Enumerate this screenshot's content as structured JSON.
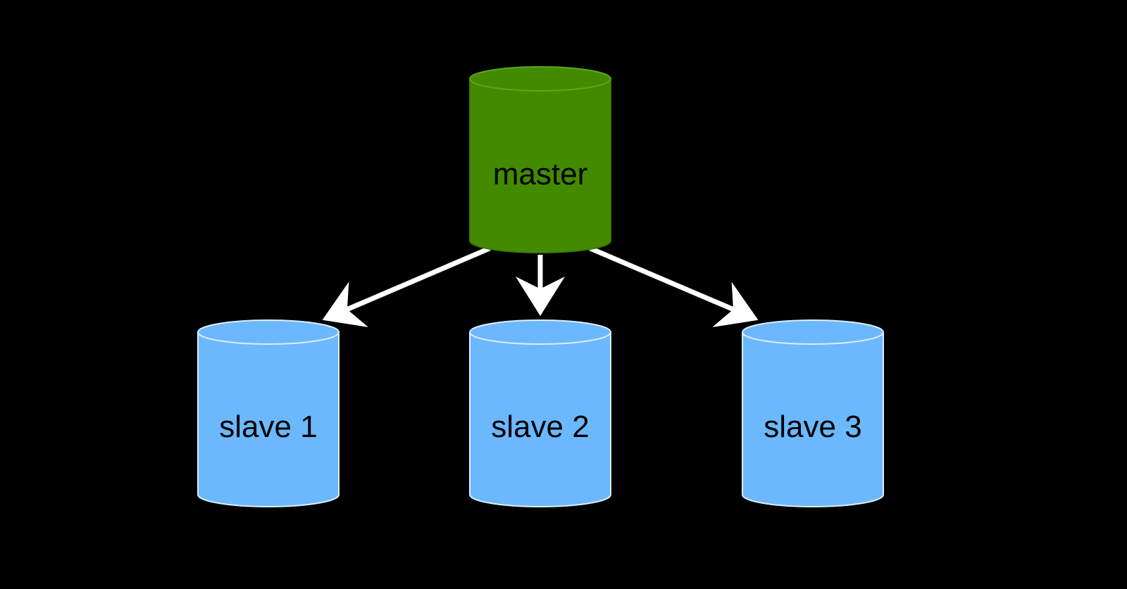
{
  "diagram": {
    "background_color": "#000000",
    "master": {
      "label": "master",
      "fill": "#438a00",
      "stroke": "#3a7a00",
      "shape": "database-cylinder"
    },
    "slaves": [
      {
        "label": "slave 1",
        "fill": "#6cb8ff",
        "stroke": "#dbeeff",
        "shape": "database-cylinder"
      },
      {
        "label": "slave 2",
        "fill": "#6cb8ff",
        "stroke": "#dbeeff",
        "shape": "database-cylinder"
      },
      {
        "label": "slave 3",
        "fill": "#6cb8ff",
        "stroke": "#dbeeff",
        "shape": "database-cylinder"
      }
    ],
    "edges": [
      {
        "from": "master",
        "to": "slave 1",
        "color": "#ffffff"
      },
      {
        "from": "master",
        "to": "slave 2",
        "color": "#ffffff"
      },
      {
        "from": "master",
        "to": "slave 3",
        "color": "#ffffff"
      }
    ]
  }
}
